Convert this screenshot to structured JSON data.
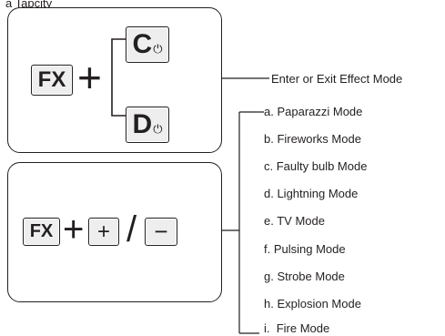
{
  "header_partial": "a Tapcity",
  "panel1": {
    "fx_key": "FX",
    "plus_sign": "+",
    "key_c": "C",
    "key_d": "D",
    "power_symbol": "⏻"
  },
  "panel2": {
    "fx_key": "FX",
    "plus_sign": "+",
    "key_plus": "+",
    "slash": "/",
    "key_minus": "−"
  },
  "effect_mode_label": "Enter or Exit Effect Mode",
  "modes": [
    "a. Paparazzi Mode",
    "b. Fireworks Mode",
    "c. Faulty bulb Mode",
    "d. Lightning Mode",
    "e. TV Mode",
    "f. Pulsing Mode",
    "g. Strobe Mode",
    "h. Explosion Mode",
    "i.  Fire Mode"
  ]
}
